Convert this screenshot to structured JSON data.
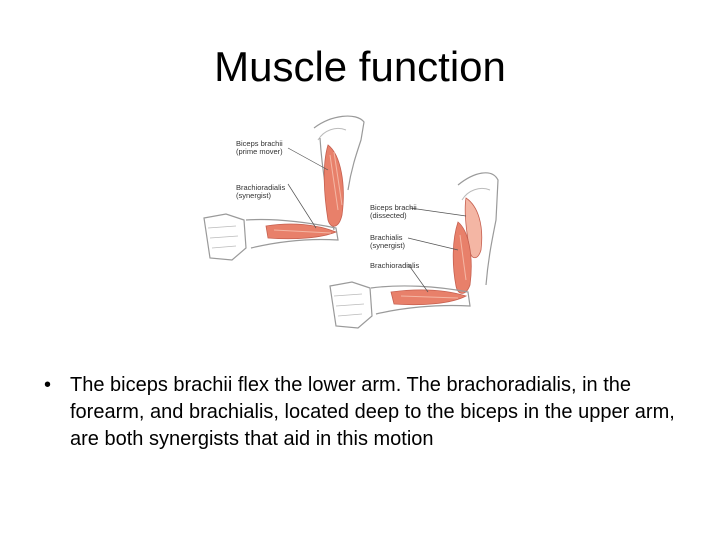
{
  "slide": {
    "title": "Muscle function",
    "bullets": [
      "The biceps brachii flex the lower arm. The brachoradialis, in the forearm, and brachialis, located deep to the biceps in the upper arm, are both synergists that aid in this motion"
    ]
  },
  "figure": {
    "left_arm_labels": {
      "biceps_name": "Biceps brachii",
      "biceps_role": "(prime mover)",
      "brachio_name": "Brachioradialis",
      "brachio_role": "(synergist)"
    },
    "right_arm_labels": {
      "biceps_name": "Biceps brachii",
      "biceps_role": "(dissected)",
      "brachialis_name": "Brachialis",
      "brachialis_role": "(synergist)",
      "brachio_name": "Brachioradialis"
    }
  },
  "colors": {
    "muscle": "#e8806a",
    "muscle_light": "#f4b6a4",
    "outline": "#9a9a9a",
    "text": "#000000",
    "background": "#ffffff"
  }
}
